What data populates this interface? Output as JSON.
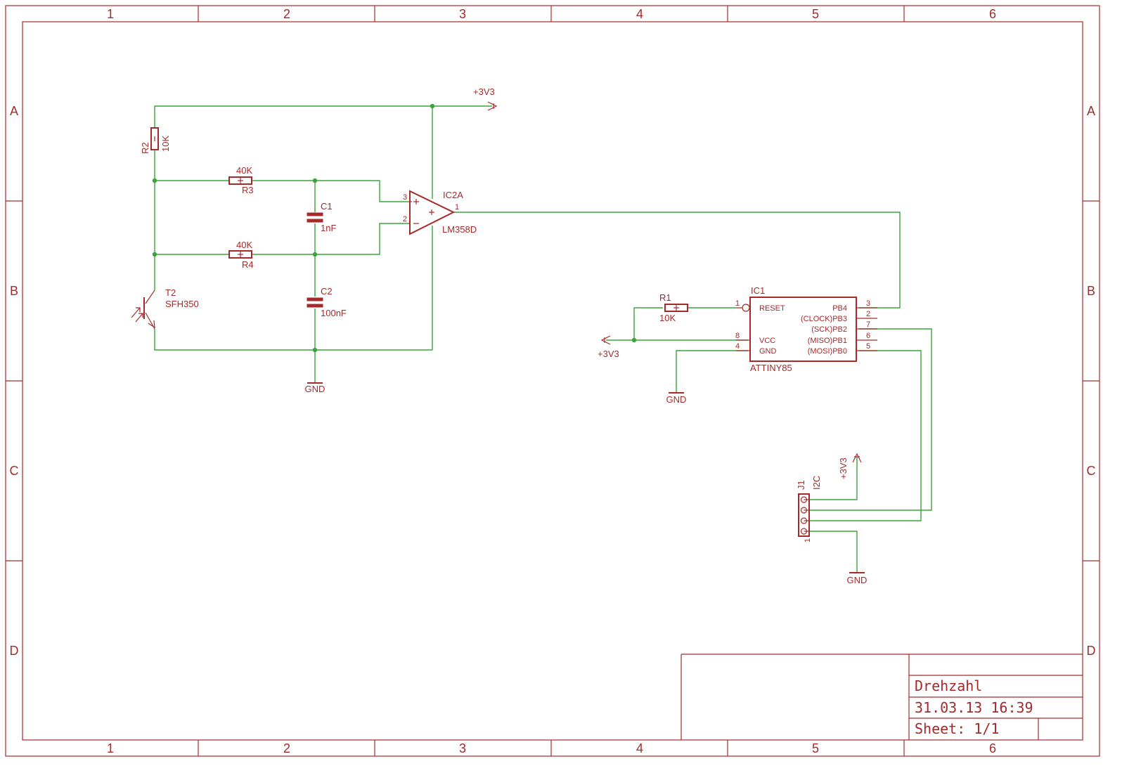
{
  "frame": {
    "columns": [
      "1",
      "2",
      "3",
      "4",
      "5",
      "6"
    ],
    "rows": [
      "A",
      "B",
      "C",
      "D"
    ]
  },
  "title_block": {
    "title": "Drehzahl",
    "date": "31.03.13 16:39",
    "sheet": "Sheet: 1/1"
  },
  "components": {
    "r2": {
      "name": "R2",
      "value": "10K"
    },
    "r3": {
      "name": "R3",
      "value": "40K"
    },
    "r4": {
      "name": "R4",
      "value": "40K"
    },
    "c1": {
      "name": "C1",
      "value": "1nF"
    },
    "c2": {
      "name": "C2",
      "value": "100nF"
    },
    "t2": {
      "name": "T2",
      "value": "SFH350"
    },
    "ic2a": {
      "name": "IC2A",
      "value": "LM358D",
      "pins": [
        "3",
        "2",
        "1"
      ]
    },
    "r1": {
      "name": "R1",
      "value": "10K"
    },
    "ic1": {
      "name": "IC1",
      "value": "ATTINY85",
      "left_pins": [
        "1",
        "8",
        "4"
      ],
      "left_labels": [
        "RESET",
        "VCC",
        "GND"
      ],
      "right_pins": [
        "3",
        "2",
        "7",
        "6",
        "5"
      ],
      "right_labels": [
        "PB4",
        "(CLOCK)PB3",
        "(SCK)PB2",
        "(MISO)PB1",
        "(MOSI)PB0"
      ]
    },
    "j1": {
      "name": "J1",
      "value": "I2C",
      "pin1": "1"
    }
  },
  "supplies": {
    "vcc_top": "+3V3",
    "vcc_ic1": "+3V3",
    "vcc_j1": "+3V3",
    "gnd_c2": "GND",
    "gnd_ic1": "GND",
    "gnd_j1": "GND"
  }
}
